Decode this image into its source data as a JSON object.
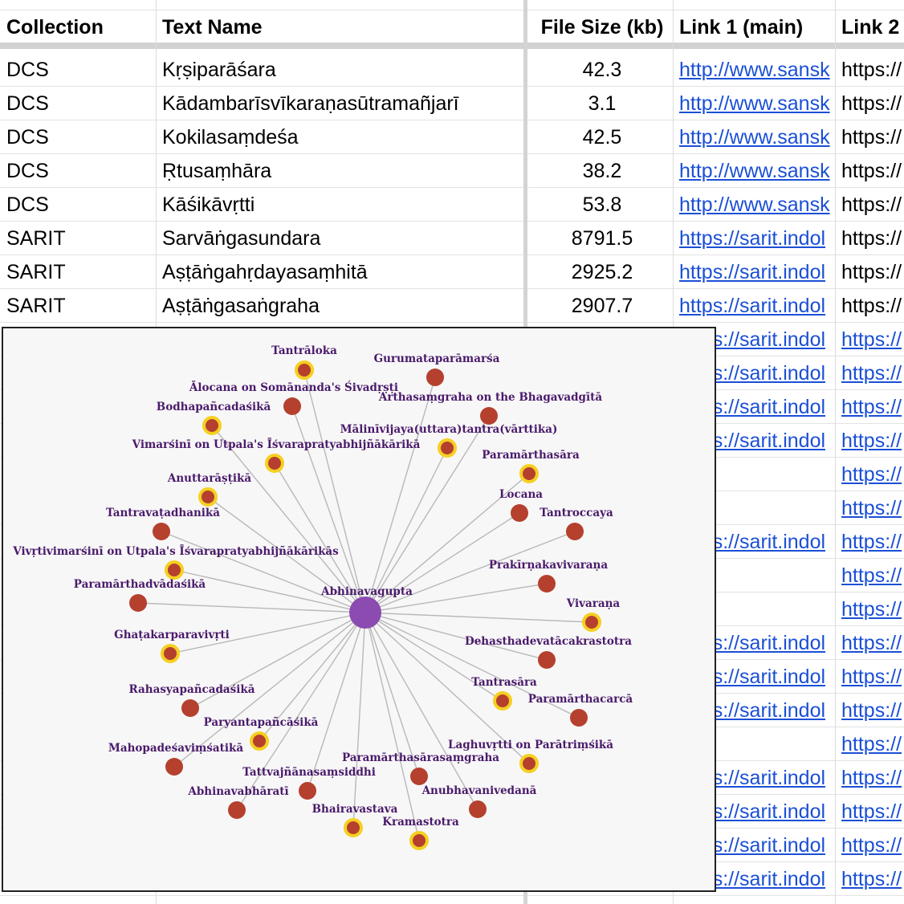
{
  "sheet": {
    "headers": [
      "Collection",
      "Text Name",
      "File Size (kb)",
      "Link 1 (main)",
      "Link 2"
    ],
    "rows": [
      {
        "collection": "DCS",
        "name": "Kṛṣiparāśara",
        "size": "42.3",
        "link1": "http://www.sansk",
        "link2": "https://"
      },
      {
        "collection": "DCS",
        "name": "Kādambarīsvīkaraṇasūtramañjarī",
        "size": "3.1",
        "link1": "http://www.sansk",
        "link2": "https://"
      },
      {
        "collection": "DCS",
        "name": "Kokilasaṃdeśa",
        "size": "42.5",
        "link1": "http://www.sansk",
        "link2": "https://"
      },
      {
        "collection": "DCS",
        "name": "Ṛtusaṃhāra",
        "size": "38.2",
        "link1": "http://www.sansk",
        "link2": "https://"
      },
      {
        "collection": "DCS",
        "name": "Kāśikāvṛtti",
        "size": "53.8",
        "link1": "http://www.sansk",
        "link2": "https://"
      },
      {
        "collection": "SARIT",
        "name": "Sarvāṅgasundara",
        "size": "8791.5",
        "link1": "https://sarit.indol",
        "link2": "https://"
      },
      {
        "collection": "SARIT",
        "name": "Aṣṭāṅgahṛdayasaṃhitā",
        "size": "2925.2",
        "link1": "https://sarit.indol",
        "link2": "https://"
      },
      {
        "collection": "SARIT",
        "name": "Aṣṭāṅgasaṅgraha",
        "size": "2907.7",
        "link1": "https://sarit.indol",
        "link2": "https://"
      }
    ],
    "hidden_rows": [
      {
        "link1": "https://sarit.indol",
        "link2": "https://"
      },
      {
        "link1": "https://sarit.indol",
        "link2": "https://"
      },
      {
        "link1": "https://sarit.indol",
        "link2": "https://"
      },
      {
        "link1": "https://sarit.indol",
        "link2": "https://"
      },
      {
        "link1": "",
        "link2": "https://"
      },
      {
        "link1": "",
        "link2": "https://"
      },
      {
        "link1": "https://sarit.indol",
        "link2": "https://"
      },
      {
        "link1": "",
        "link2": "https://"
      },
      {
        "link1": "",
        "link2": "https://"
      },
      {
        "link1": "https://sarit.indol",
        "link2": "https://"
      },
      {
        "link1": "https://sarit.indol",
        "link2": "https://"
      },
      {
        "link1": "https://sarit.indol",
        "link2": "https://"
      },
      {
        "link1": "",
        "link2": "https://"
      },
      {
        "link1": "https://sarit.indol",
        "link2": "https://"
      },
      {
        "link1": "https://sarit.indol",
        "link2": "https://"
      },
      {
        "link1": "https://sarit.indol",
        "link2": "https://"
      },
      {
        "link1": "https://sarit.indol",
        "link2": "https://"
      }
    ]
  },
  "graph": {
    "center_label": "Abhinavagupta",
    "colors": {
      "center": "#8b4bb0",
      "node": "#b5402e",
      "highlight_ring": "#f5d020",
      "edge": "#b8b8b8",
      "label": "#4a1a6b",
      "background": "#f7f7f7"
    },
    "nodes": [
      {
        "label": "Tantrāloka",
        "highlighted": true
      },
      {
        "label": "Gurumataparāmarśa",
        "highlighted": false
      },
      {
        "label": "Ālocana on Somānanda's Śivadṛṣṭi",
        "highlighted": false
      },
      {
        "label": "Arthasaṃgraha on the Bhagavadgītā",
        "highlighted": false
      },
      {
        "label": "Bodhapañcadaśikā",
        "highlighted": true
      },
      {
        "label": "Mālinīvijaya(uttara)tantra(vārttika)",
        "highlighted": true
      },
      {
        "label": "Vimarśinī on Utpala's Īśvarapratyabhijñākārikā",
        "highlighted": true
      },
      {
        "label": "Paramārthasāra",
        "highlighted": true
      },
      {
        "label": "Anuttarāṣṭikā",
        "highlighted": true
      },
      {
        "label": "Locana",
        "highlighted": false
      },
      {
        "label": "Tantroccaya",
        "highlighted": false
      },
      {
        "label": "Tantravaṭadhanikā",
        "highlighted": false
      },
      {
        "label": "Vivṛtivimarśinī on Utpala's Īśvarapratyabhijñākārikās",
        "highlighted": true
      },
      {
        "label": "Prakīrṇakavivaraṇa",
        "highlighted": false
      },
      {
        "label": "Paramārthadvādaśikā",
        "highlighted": false
      },
      {
        "label": "Vivaraṇa",
        "highlighted": true
      },
      {
        "label": "Ghaṭakarparavivṛti",
        "highlighted": true
      },
      {
        "label": "Dehasthadevatācakrastotra",
        "highlighted": false
      },
      {
        "label": "Rahasyapañcadaśikā",
        "highlighted": false
      },
      {
        "label": "Tantrasāra",
        "highlighted": true
      },
      {
        "label": "Paramārthacarcā",
        "highlighted": false
      },
      {
        "label": "Paryantapañcāśikā",
        "highlighted": true
      },
      {
        "label": "Mahopadeśaviṃśatikā",
        "highlighted": false
      },
      {
        "label": "Laghuvṛtti on Parātriṃśikā",
        "highlighted": true
      },
      {
        "label": "Paramārthasārasaṃgraha",
        "highlighted": false
      },
      {
        "label": "Tattvajñānasaṃsiddhi",
        "highlighted": false
      },
      {
        "label": "Abhinavabhāratī",
        "highlighted": false
      },
      {
        "label": "Anubhavanivedanā",
        "highlighted": false
      },
      {
        "label": "Bhairavastava",
        "highlighted": true
      },
      {
        "label": "Kramastotra",
        "highlighted": true
      }
    ]
  }
}
